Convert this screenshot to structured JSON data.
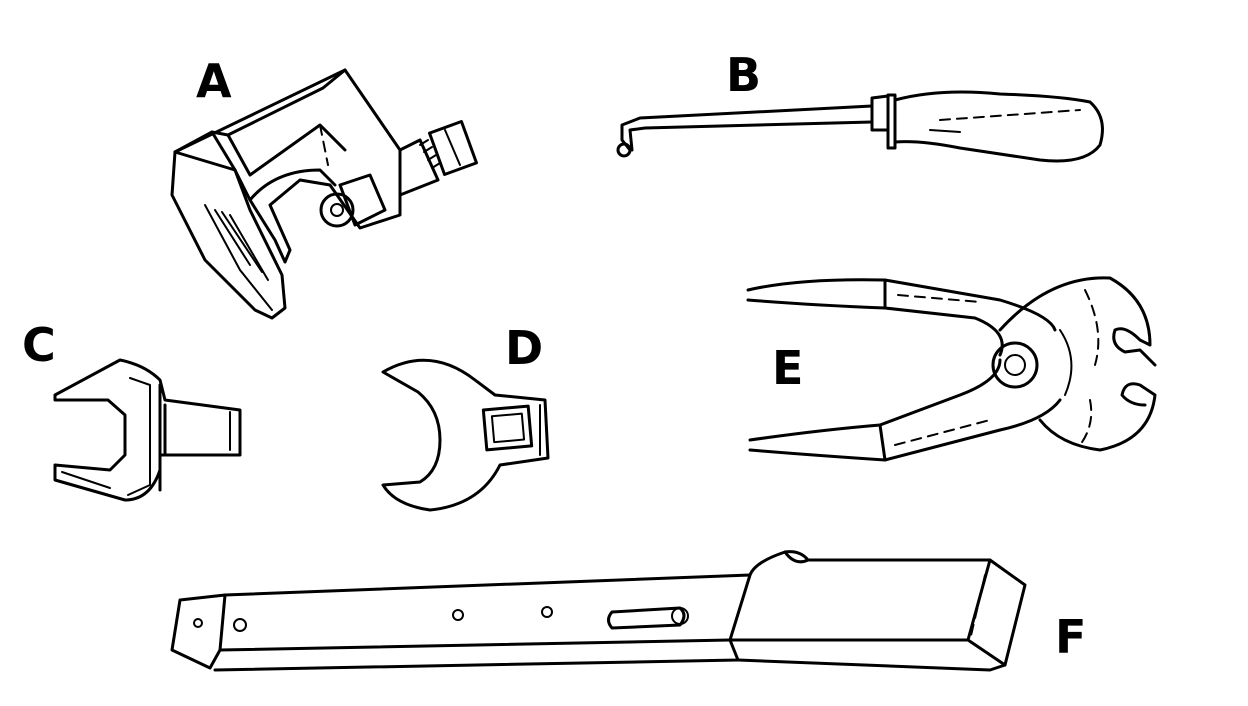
{
  "labels": {
    "a": "A",
    "b": "B",
    "c": "C",
    "d": "D",
    "e": "E",
    "f": "F"
  },
  "colors": {
    "stroke": "#000000",
    "background": "#ffffff"
  },
  "icons": {
    "a": "pitman-arm-puller-icon",
    "b": "hook-tool-icon",
    "c": "crowfoot-open-wrench-icon",
    "d": "crowfoot-socket-wrench-icon",
    "e": "pliers-icon",
    "f": "torque-wrench-icon"
  }
}
